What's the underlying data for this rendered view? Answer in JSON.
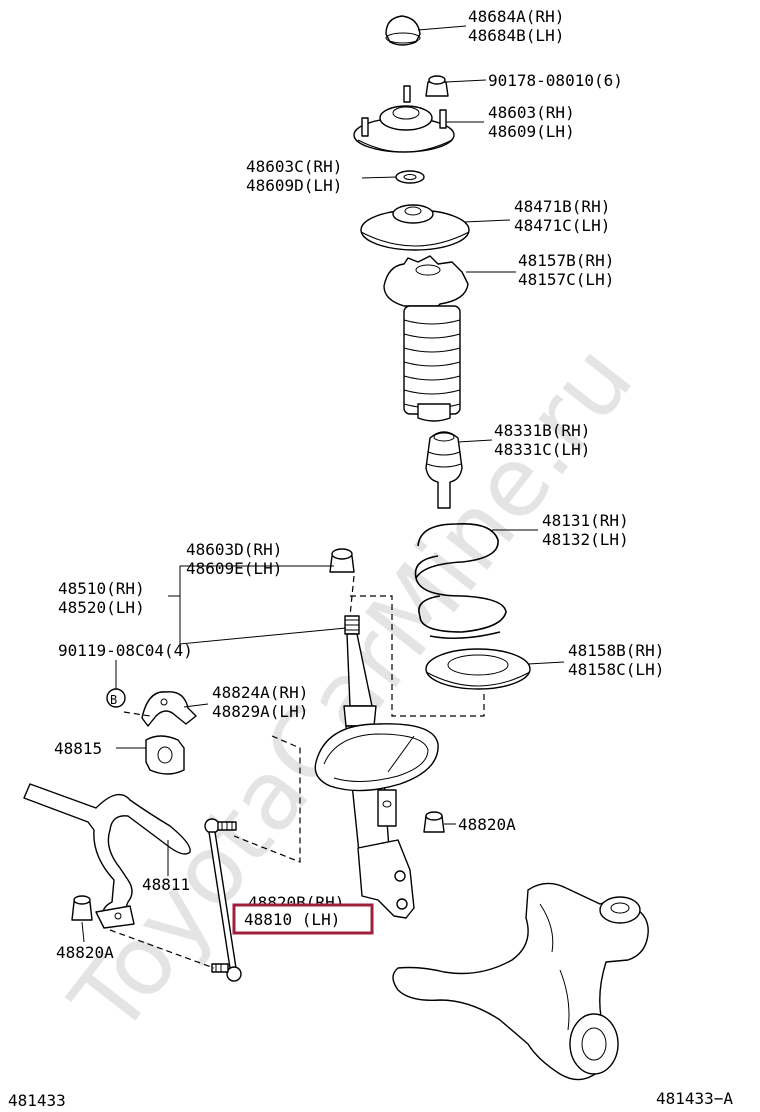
{
  "watermark": "ToyotaCarMine.ru",
  "footer": {
    "left": "481433",
    "right": "481433−A"
  },
  "highlight_color": "#a0203c",
  "circled_marker": "B",
  "callouts": {
    "c48684_rh": "48684A(RH)",
    "c48684_lh": "48684B(LH)",
    "c90178": "90178-08010(6)",
    "c48603_rh": "48603(RH)",
    "c48609_lh": "48609(LH)",
    "c48603c_rh": "48603C(RH)",
    "c48609d_lh": "48609D(LH)",
    "c48471b_rh": "48471B(RH)",
    "c48471c_lh": "48471C(LH)",
    "c48157b_rh": "48157B(RH)",
    "c48157c_lh": "48157C(LH)",
    "c48331b_rh": "48331B(RH)",
    "c48331c_lh": "48331C(LH)",
    "c48131_rh": "48131(RH)",
    "c48132_lh": "48132(LH)",
    "c48603d_rh": "48603D(RH)",
    "c48609e_lh": "48609E(LH)",
    "c48510_rh": "48510(RH)",
    "c48520_lh": "48520(LH)",
    "c90119": "90119-08C04(4)",
    "c48158b_rh": "48158B(RH)",
    "c48158c_lh": "48158C(LH)",
    "c48824a_rh": "48824A(RH)",
    "c48829a_lh": "48829A(LH)",
    "c48815": "48815",
    "c48820a_right": "48820A",
    "c48811": "48811",
    "c48820b_rh": "48820B(RH)",
    "c48810_lh": "48810  (LH)",
    "c48820a_left": "48820A"
  }
}
